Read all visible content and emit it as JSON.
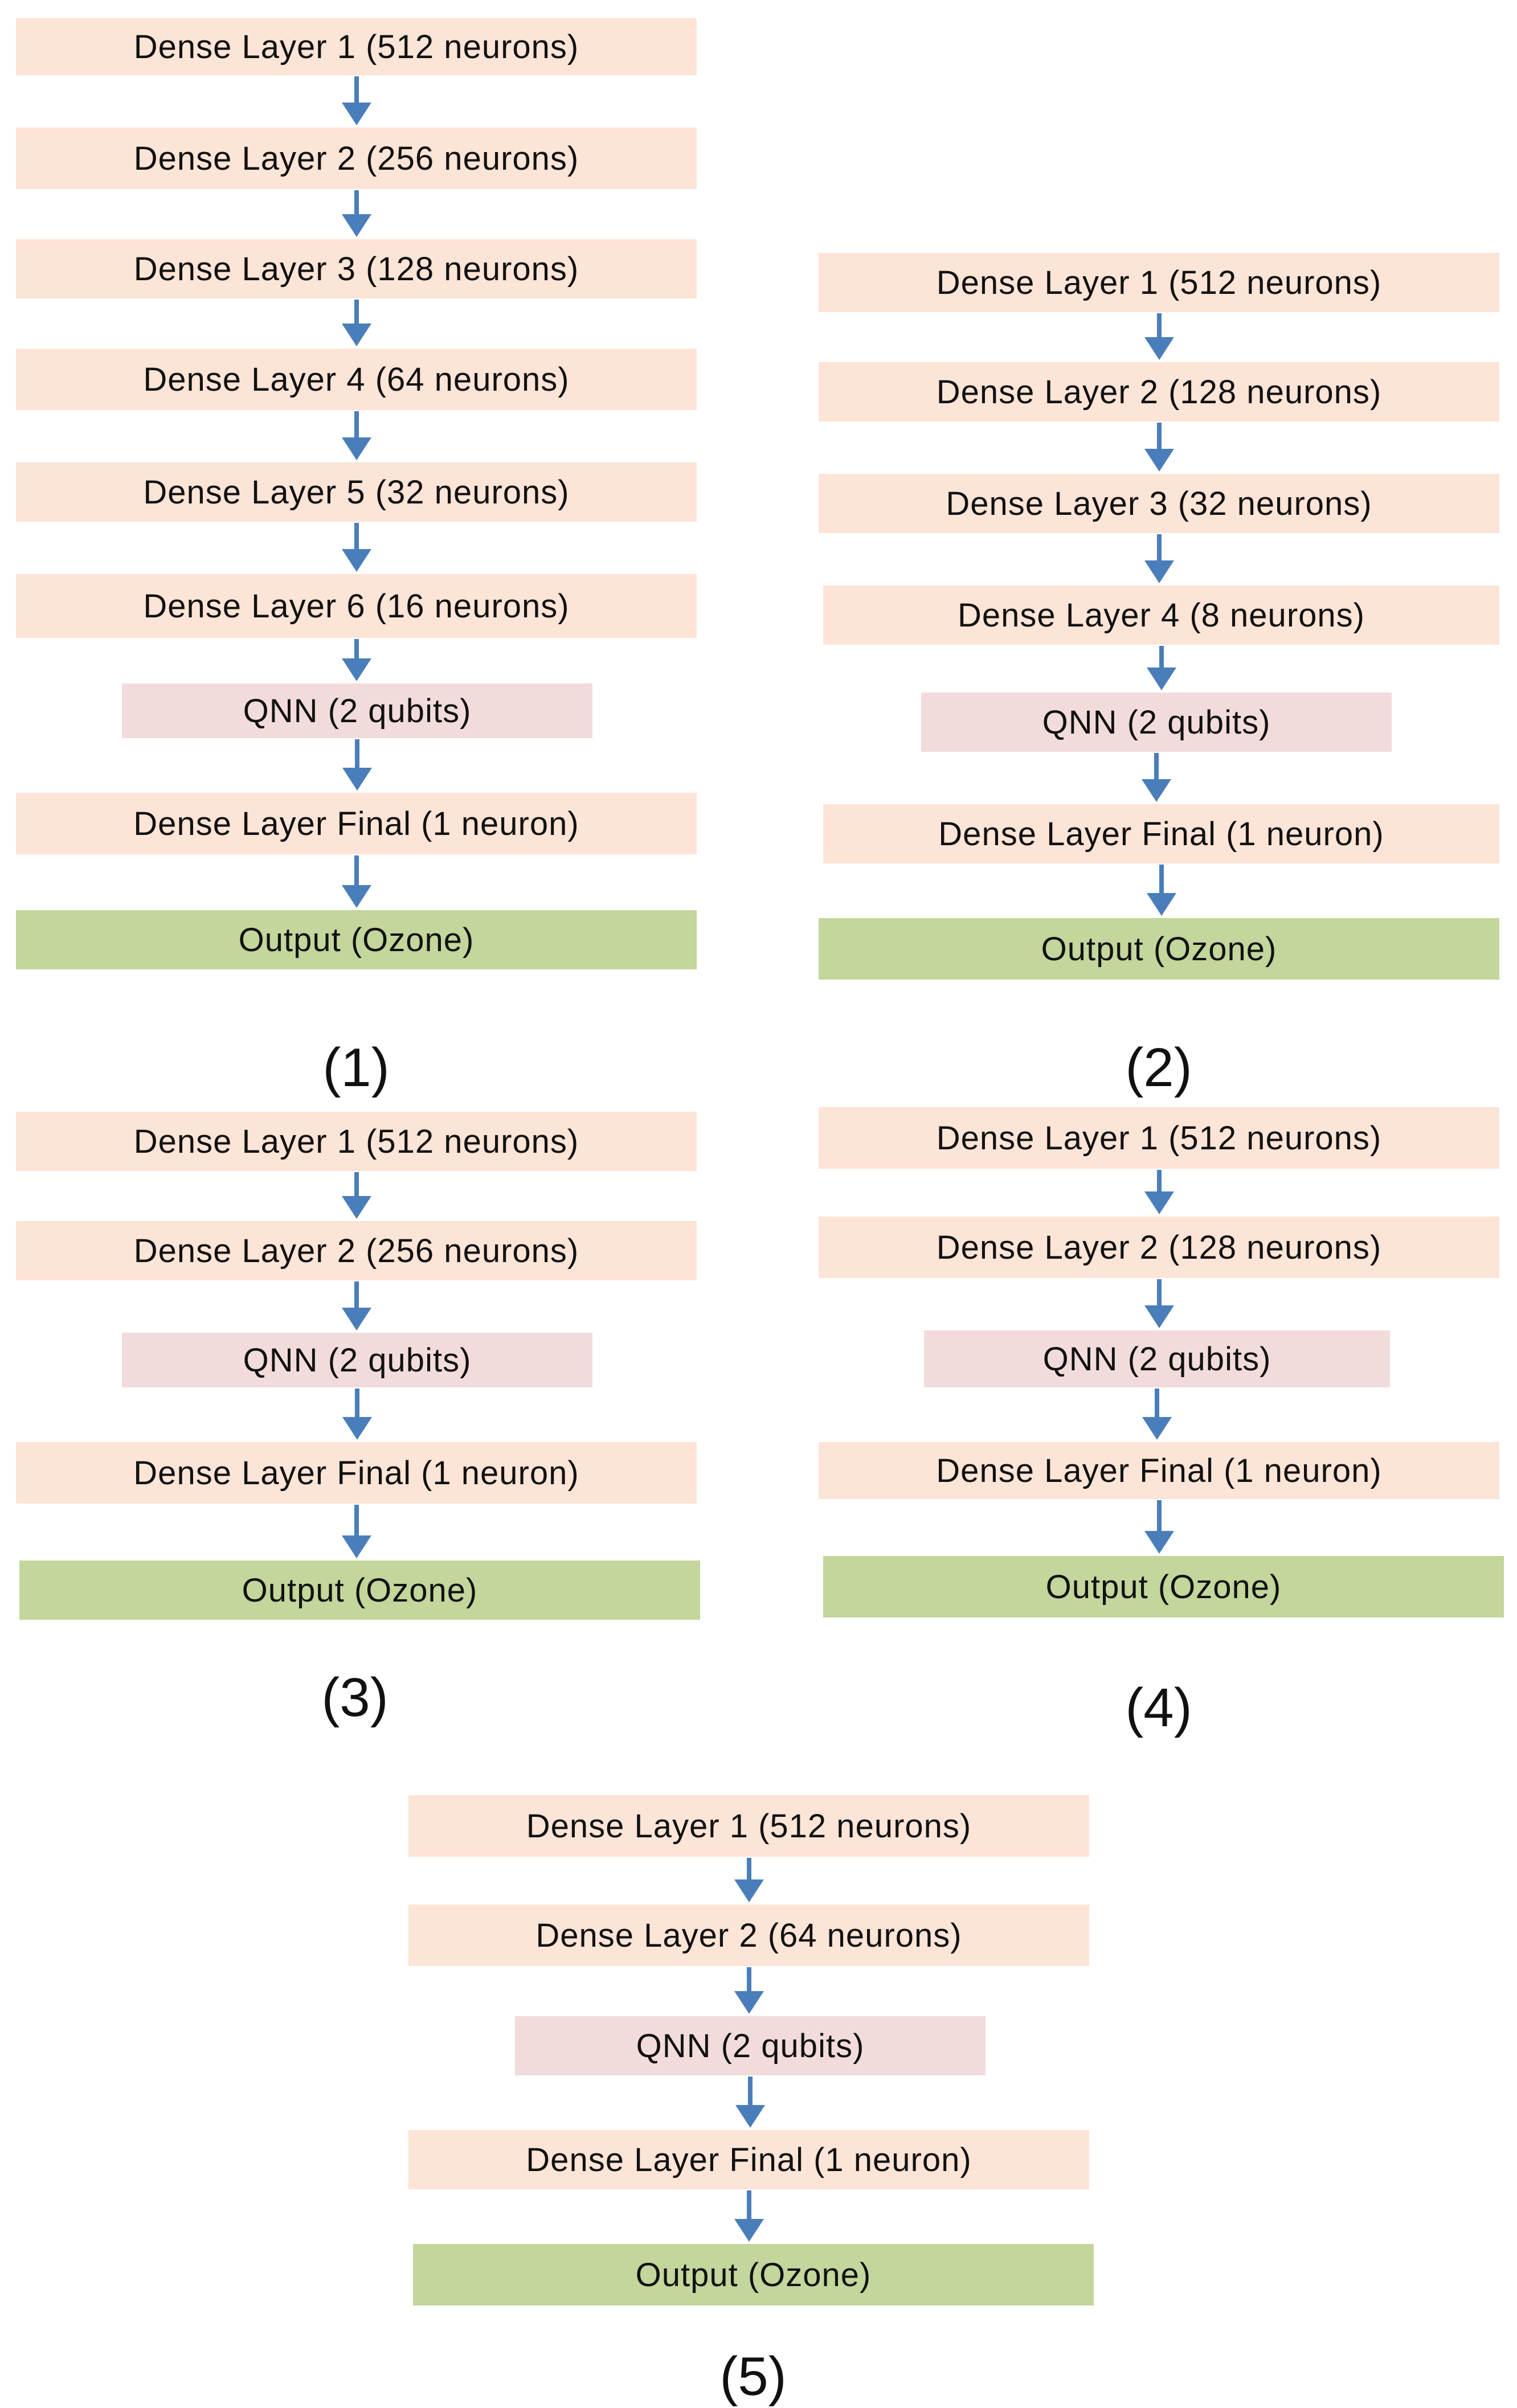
{
  "colors": {
    "dense": "#fce4d6",
    "qnn": "#f2dcdb",
    "output": "#c3d69b",
    "arrow": "#4a7ebb"
  },
  "panels": [
    {
      "label": "(1)",
      "layers": [
        {
          "kind": "dense",
          "text": "Dense Layer 1 (512 neurons)"
        },
        {
          "kind": "dense",
          "text": "Dense Layer 2 (256 neurons)"
        },
        {
          "kind": "dense",
          "text": "Dense Layer 3 (128 neurons)"
        },
        {
          "kind": "dense",
          "text": "Dense Layer 4 (64 neurons)"
        },
        {
          "kind": "dense",
          "text": "Dense Layer 5 (32 neurons)"
        },
        {
          "kind": "dense",
          "text": "Dense Layer 6 (16 neurons)"
        },
        {
          "kind": "qnn",
          "text": "QNN (2 qubits)"
        },
        {
          "kind": "dense",
          "text": "Dense Layer Final (1 neuron)"
        },
        {
          "kind": "output",
          "text": "Output (Ozone)"
        }
      ]
    },
    {
      "label": "(2)",
      "layers": [
        {
          "kind": "dense",
          "text": "Dense Layer 1 (512 neurons)"
        },
        {
          "kind": "dense",
          "text": "Dense Layer 2 (128 neurons)"
        },
        {
          "kind": "dense",
          "text": "Dense Layer 3 (32 neurons)"
        },
        {
          "kind": "dense",
          "text": "Dense Layer 4 (8 neurons)"
        },
        {
          "kind": "qnn",
          "text": "QNN (2 qubits)"
        },
        {
          "kind": "dense",
          "text": "Dense Layer Final (1 neuron)"
        },
        {
          "kind": "output",
          "text": "Output (Ozone)"
        }
      ]
    },
    {
      "label": "(3)",
      "layers": [
        {
          "kind": "dense",
          "text": "Dense Layer 1 (512 neurons)"
        },
        {
          "kind": "dense",
          "text": "Dense Layer 2 (256 neurons)"
        },
        {
          "kind": "qnn",
          "text": "QNN (2 qubits)"
        },
        {
          "kind": "dense",
          "text": "Dense Layer Final (1 neuron)"
        },
        {
          "kind": "output",
          "text": "Output (Ozone)"
        }
      ]
    },
    {
      "label": "(4)",
      "layers": [
        {
          "kind": "dense",
          "text": "Dense Layer 1 (512 neurons)"
        },
        {
          "kind": "dense",
          "text": "Dense Layer 2 (128 neurons)"
        },
        {
          "kind": "qnn",
          "text": "QNN (2 qubits)"
        },
        {
          "kind": "dense",
          "text": "Dense Layer Final (1 neuron)"
        },
        {
          "kind": "output",
          "text": "Output (Ozone)"
        }
      ]
    },
    {
      "label": "(5)",
      "layers": [
        {
          "kind": "dense",
          "text": "Dense Layer 1 (512 neurons)"
        },
        {
          "kind": "dense",
          "text": "Dense Layer 2 (64 neurons)"
        },
        {
          "kind": "qnn",
          "text": "QNN (2 qubits)"
        },
        {
          "kind": "dense",
          "text": "Dense Layer Final (1 neuron)"
        },
        {
          "kind": "output",
          "text": "Output (Ozone)"
        }
      ]
    }
  ]
}
